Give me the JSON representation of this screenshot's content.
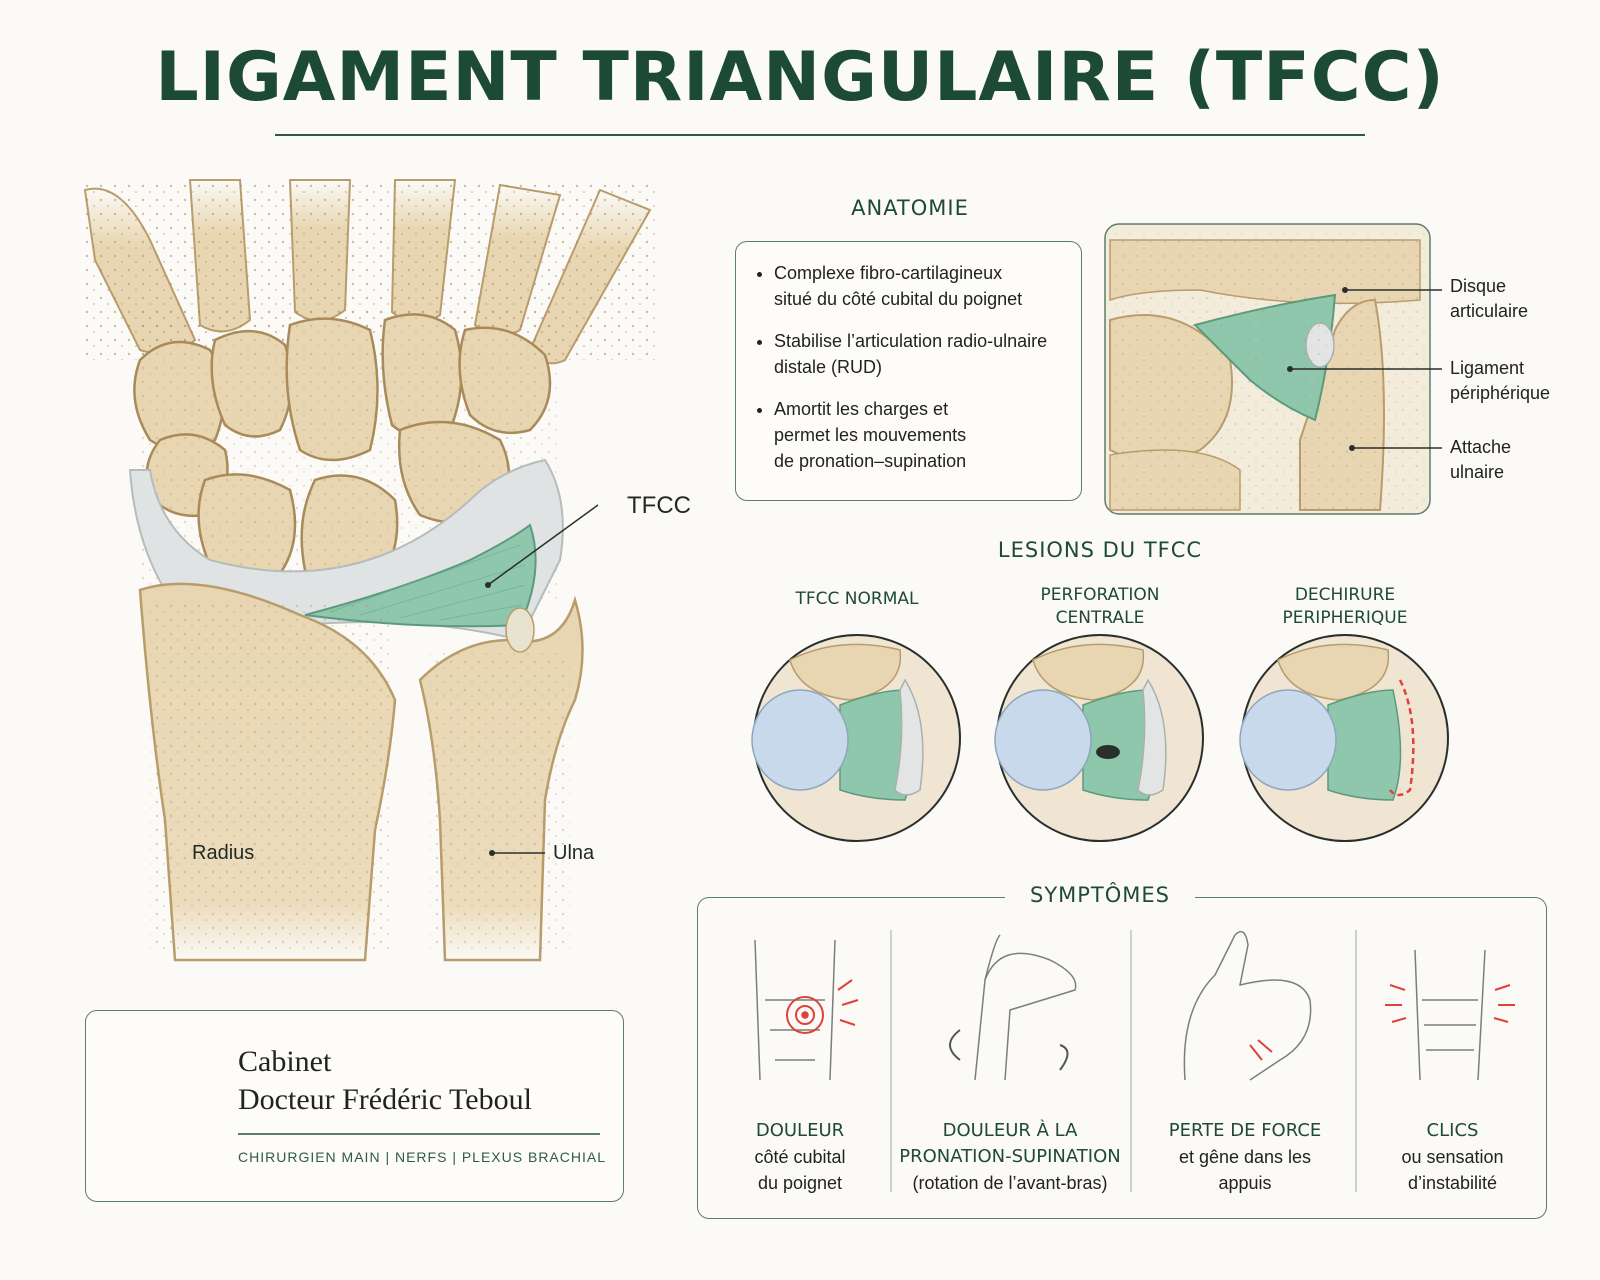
{
  "title": "LIGAMENT TRIANGULAIRE (TFCC)",
  "main_labels": {
    "tfcc": "TFCC",
    "radius": "Radius",
    "ulna": "Ulna"
  },
  "anatomie": {
    "title": "ANATOMIE",
    "bullets": [
      [
        "Complexe fibro-cartilagineux",
        "situé du côté cubital du poignet"
      ],
      [
        "Stabilise l’articulation radio-ulnaire",
        "distale (RUD)"
      ],
      [
        "Amortit les charges et",
        "permet les mouvements",
        "de pronation–supination"
      ]
    ],
    "detail_labels": [
      [
        "Disque",
        "articulaire"
      ],
      [
        "Ligament",
        "périphérique"
      ],
      [
        "Attache",
        "ulnaire"
      ]
    ]
  },
  "lesions": {
    "title": "LESIONS DU TFCC",
    "items": [
      {
        "line1": "TFCC NORMAL",
        "line2": ""
      },
      {
        "line1": "PERFORATION",
        "line2": "CENTRALE"
      },
      {
        "line1": "DECHIRURE",
        "line2": "PERIPHERIQUE"
      }
    ]
  },
  "symptomes": {
    "title": "SYMPTÔMES",
    "items": [
      {
        "heading": "DOULEUR",
        "line2": "côté cubital",
        "line3": "du poignet"
      },
      {
        "heading": "DOULEUR À LA",
        "line2": "PRONATION-SUPINATION",
        "line3": "(rotation de l’avant-bras)"
      },
      {
        "heading": "PERTE DE FORCE",
        "line2": "et gêne dans les",
        "line3": "appuis"
      },
      {
        "heading": "CLICS",
        "line2": "ou sensation",
        "line3": "d’instabilité"
      }
    ]
  },
  "cabinet": {
    "line1": "Cabinet",
    "line2": "Docteur Frédéric Teboul",
    "subtitle": "CHIRURGIEN MAIN | NERFS | PLEXUS BRACHIAL"
  },
  "colors": {
    "bone": "#e8d6b2",
    "bone_edge": "#b99c6c",
    "ligament": "#8fc7ac",
    "tissue": "#dfe3e3",
    "accent": "#1d4a34",
    "pain": "#e0413a"
  }
}
